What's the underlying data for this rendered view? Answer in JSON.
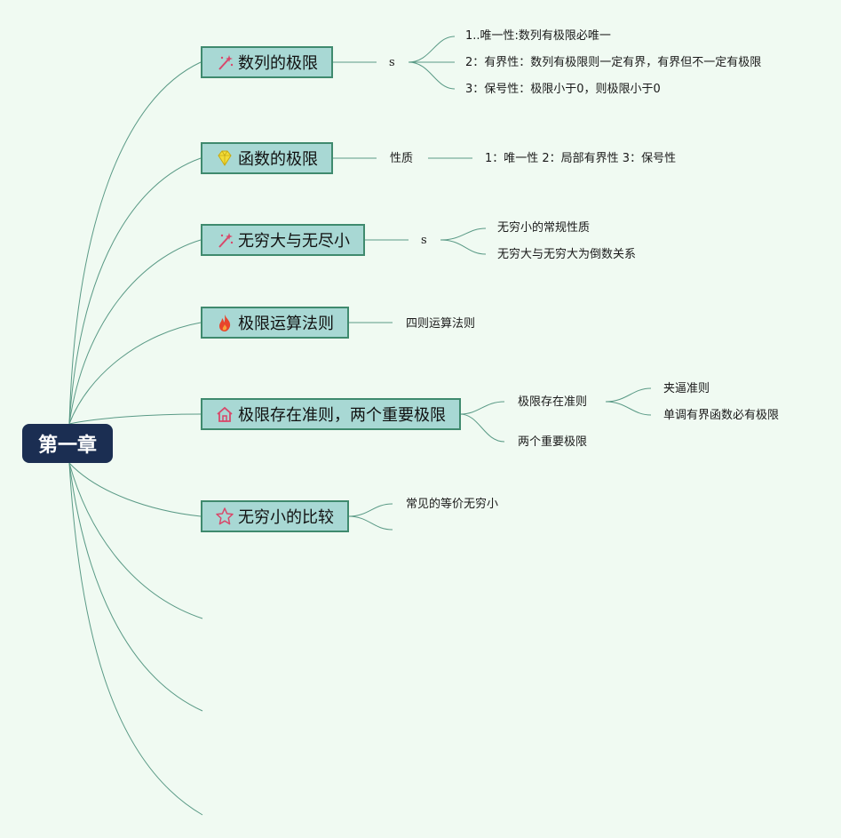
{
  "root": {
    "label": "第一章"
  },
  "topics": [
    {
      "label": "数列的极限",
      "icon": "magic-wand-icon",
      "sub": "s",
      "items": [
        "1..唯一性:数列有极限必唯一",
        "2：有界性：数列有极限则一定有界，有界但不一定有极限",
        "3：保号性：极限小于0，则极限小于0"
      ]
    },
    {
      "label": "函数的极限",
      "icon": "diamond-icon",
      "sub": "性质",
      "items": [
        "1：唯一性 2：局部有界性 3：保号性"
      ]
    },
    {
      "label": "无穷大与无尽小",
      "icon": "magic-wand-icon",
      "sub": "s",
      "items": [
        "无穷小的常规性质",
        "无穷大与无穷大为倒数关系"
      ]
    },
    {
      "label": "极限运算法则",
      "icon": "fire-icon",
      "items": [
        "四则运算法则"
      ]
    },
    {
      "label": "极限存在准则，两个重要极限",
      "icon": "house-icon",
      "children": [
        {
          "label": "极限存在准则",
          "items": [
            "夹逼准则",
            "单调有界函数必有极限"
          ]
        },
        {
          "label": "两个重要极限"
        }
      ]
    },
    {
      "label": "无穷小的比较",
      "icon": "star-icon",
      "items": [
        "常见的等价无穷小"
      ]
    }
  ],
  "colors": {
    "background": "#f0faf2",
    "root_fill": "#1b2e52",
    "topic_fill": "#a8d8d4",
    "topic_border": "#3f8a6e",
    "link": "#5a9a86"
  }
}
